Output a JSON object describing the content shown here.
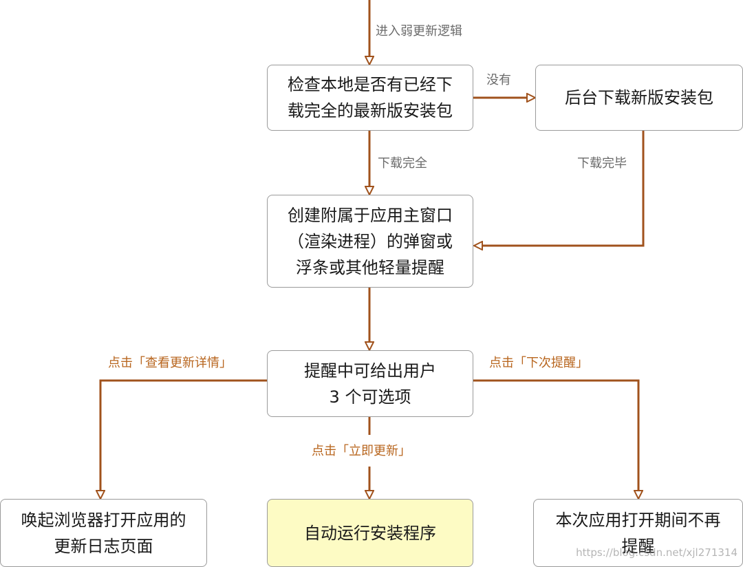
{
  "colors": {
    "arrow": "#a0521c",
    "highlight_fill": "#fdfbc4",
    "box_border": "#9a9a9a",
    "label_gray": "#6b6b6b",
    "label_orange": "#b8661f"
  },
  "nodes": {
    "check_local": "检查本地是否有已经下\n载完全的最新版安装包",
    "bg_download": "后台下载新版安装包",
    "create_popup": "创建附属于应用主窗口\n（渲染进程）的弹窗或\n浮条或其他轻量提醒",
    "options": "提醒中可给出用户\n3 个可选项",
    "open_browser": "唤起浏览器打开应用的\n更新日志页面",
    "auto_install": "自动运行安装程序",
    "no_remind": "本次应用打开期间不再\n提醒"
  },
  "edges": {
    "enter": "进入弱更新逻辑",
    "no": "没有",
    "download_complete": "下载完全",
    "download_done": "下载完毕",
    "view_details": "点击「查看更新详情」",
    "update_now": "点击「立即更新」",
    "next_time": "点击「下次提醒」"
  },
  "watermark": "https://blog.csdn.net/xjl271314"
}
